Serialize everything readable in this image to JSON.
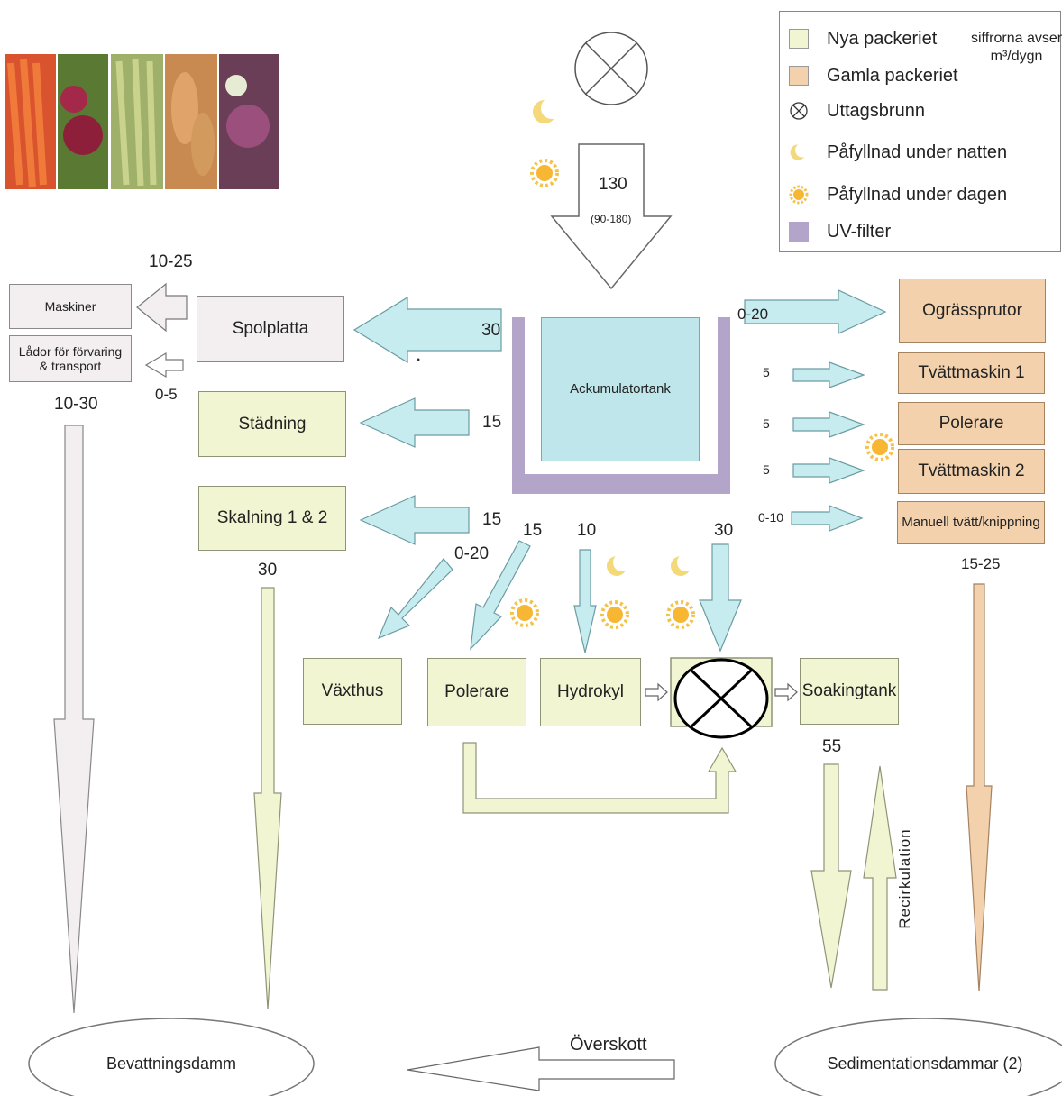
{
  "legend": {
    "note_line1": "siffrorna avser",
    "note_line2": "m³/dygn",
    "items": [
      {
        "label": "Nya packeriet",
        "icon": "light-yellow-square",
        "color": "#f2f5d2"
      },
      {
        "label": "Gamla packeriet",
        "icon": "tan-square",
        "color": "#f3d1ad"
      },
      {
        "label": "Uttagsbrunn",
        "icon": "circle-cross-icon"
      },
      {
        "label": "Påfyllnad under natten",
        "icon": "moon-icon"
      },
      {
        "label": "Påfyllnad under dagen",
        "icon": "sun-icon"
      },
      {
        "label": "UV-filter",
        "icon": "purple-square",
        "color": "#b2a5c9"
      }
    ]
  },
  "colors": {
    "nya": "#f2f5d2",
    "gamla": "#f3d1ad",
    "flow": "#c7ecf0",
    "uv": "#b2a5c9",
    "gray": "#f3eff0"
  },
  "inflow": {
    "value": "130",
    "range": "(90-180)"
  },
  "boxes": {
    "tank": "Ackumulatortank",
    "maskiner": "Maskiner",
    "lador": "Lådor för förvaring & transport",
    "spolplatta": "Spolplatta",
    "stadning": "Städning",
    "skalning": "Skalning 1 & 2",
    "vaxthus": "Växthus",
    "polerare_bottom": "Polerare",
    "hydrokyl": "Hydrokyl",
    "soakingtank": "Soakingtank",
    "ograssprutor": "Ogrässprutor",
    "tvattmaskin1": "Tvättmaskin 1",
    "polerare_right": "Polerare",
    "tvattmaskin2": "Tvättmaskin 2",
    "manuell": "Manuell tvätt/knippning",
    "bevattningsdamm": "Bevattningsdamm",
    "sedimentation": "Sedimentationsdammar (2)"
  },
  "flows": {
    "spolplatta": "30",
    "maskiner": "10-25",
    "lador": "0-5",
    "left_total": "10-30",
    "stadning": "15",
    "skalning": "15",
    "skalning_down": "30",
    "vaxthus": "0-20",
    "polerare": "15",
    "hydrokyl": "10",
    "brunn": "30",
    "ograssprutor": "0-20",
    "tvattmaskin1": "5",
    "polerare_right": "5",
    "tvattmaskin2": "5",
    "manuell": "0-10",
    "right_total": "15-25",
    "soaking": "55",
    "recirkulation": "Recirkulation",
    "overskott": "Överskott"
  }
}
